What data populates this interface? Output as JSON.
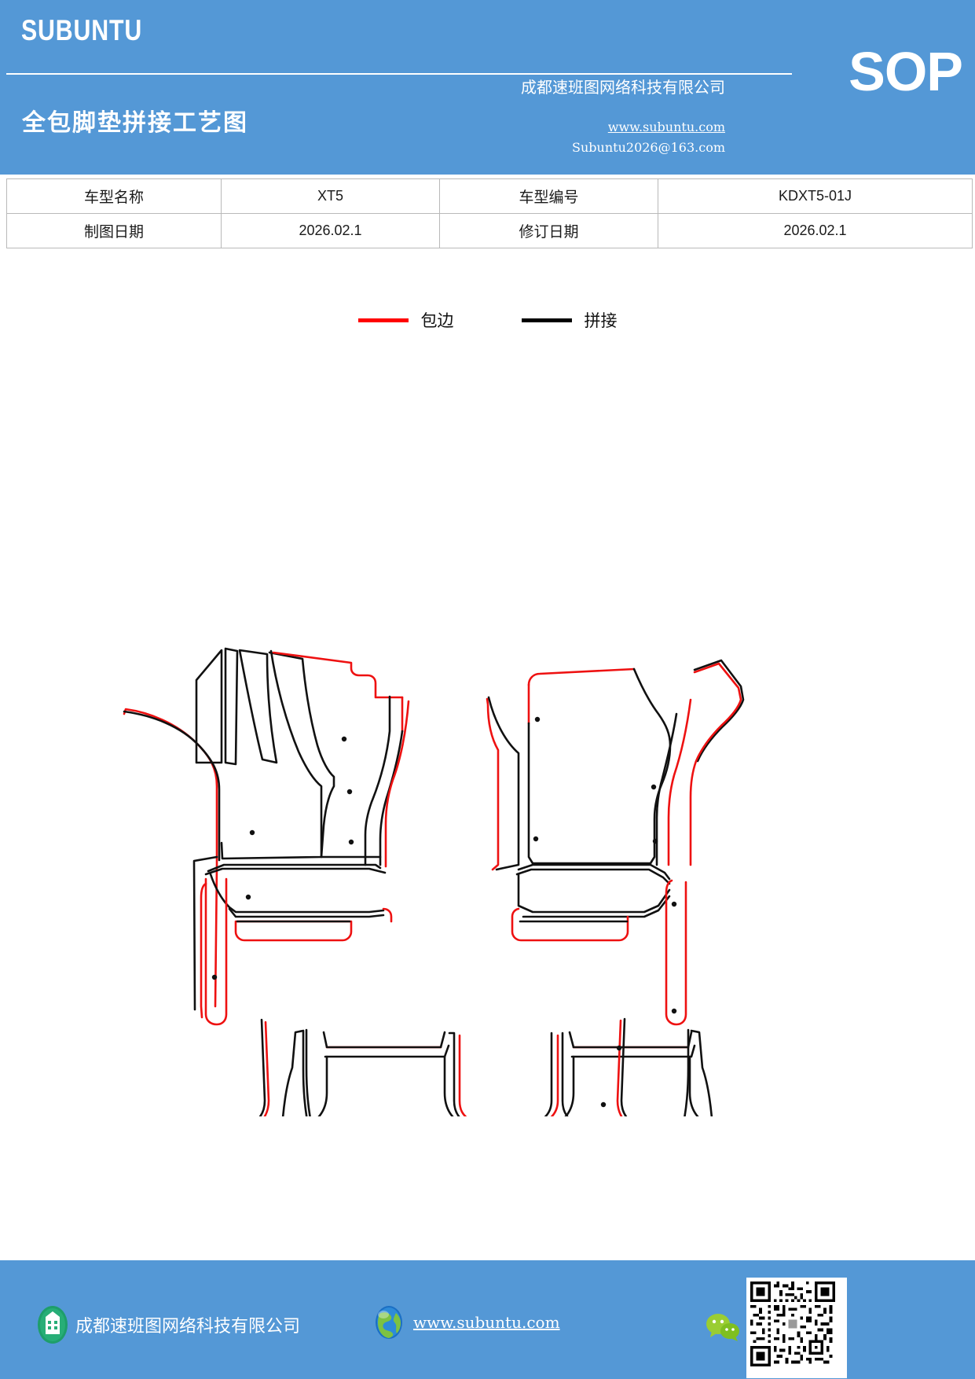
{
  "header": {
    "brand": "SUBUNTU",
    "doc_title": "全包脚垫拼接工艺图",
    "company": "成都速班图网络科技有限公司",
    "badge": "SOP",
    "website": "www.subuntu.com",
    "email": "Subuntu2026@163.com"
  },
  "info_table": {
    "rows": [
      {
        "label1": "车型名称",
        "value1": "XT5",
        "label2": "车型编号",
        "value2": "KDXT5-01J"
      },
      {
        "label1": "制图日期",
        "value1": "2026.02.1",
        "label2": "修订日期",
        "value2": "2026.02.1"
      }
    ]
  },
  "legend": {
    "items": [
      {
        "color": "#FF0000",
        "label": "包边",
        "icon": "red-line-swatch"
      },
      {
        "color": "#000000",
        "label": "拼接",
        "icon": "black-line-swatch"
      }
    ]
  },
  "drawing": {
    "title": "全包脚垫拼接工艺图",
    "stroke_red": "#EE1111",
    "stroke_black": "#111111",
    "panels": [
      {
        "name": "driver-side-front-mat",
        "position": "left"
      },
      {
        "name": "passenger-side-front-mat",
        "position": "right"
      },
      {
        "name": "rear-floor-mat",
        "position": "bottom-center"
      }
    ]
  },
  "footer": {
    "company": "成都速班图网络科技有限公司",
    "website": "www.subuntu.com",
    "company_icon": "building-icon",
    "globe_icon": "globe-icon",
    "wechat_icon": "wechat-icon",
    "qr_icon": "qr-code"
  },
  "colors": {
    "brand_blue": "#5498D6",
    "binding_red": "#FF0000",
    "splice_black": "#000000"
  }
}
